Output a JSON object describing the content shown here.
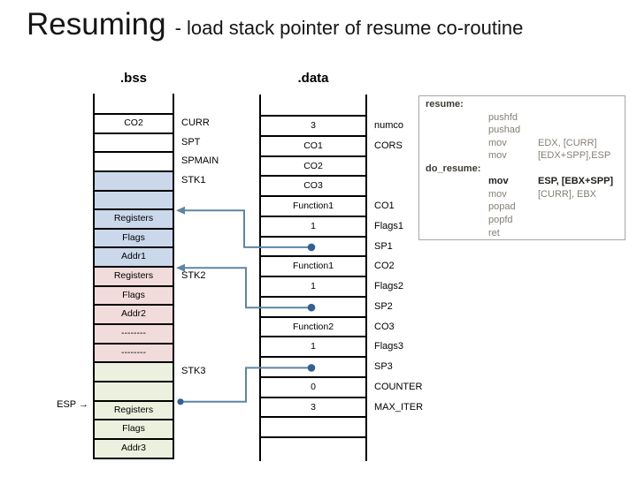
{
  "title": {
    "main": "Resuming",
    "subtitle": "- load stack pointer of resume co-routine"
  },
  "bss": {
    "header": ".bss",
    "rows": [
      {
        "text": "CO2",
        "fill": "white",
        "label_right": "CURR"
      },
      {
        "text": "",
        "fill": "white",
        "label_right": "SPT"
      },
      {
        "text": "",
        "fill": "white",
        "label_right": "SPMAIN"
      },
      {
        "text": "",
        "fill": "blue",
        "label_right": "STK1"
      },
      {
        "text": "",
        "fill": "blue"
      },
      {
        "text": "Registers",
        "fill": "blue"
      },
      {
        "text": "Flags",
        "fill": "blue"
      },
      {
        "text": "Addr1",
        "fill": "blue"
      },
      {
        "text": "Registers",
        "fill": "pink",
        "label_right": "STK2"
      },
      {
        "text": "Flags",
        "fill": "pink"
      },
      {
        "text": "Addr2",
        "fill": "pink"
      },
      {
        "text": "--------",
        "fill": "pink"
      },
      {
        "text": "--------",
        "fill": "pink"
      },
      {
        "text": "",
        "fill": "green",
        "label_right": "STK3"
      },
      {
        "text": "",
        "fill": "green"
      },
      {
        "text": "Registers",
        "fill": "green",
        "label_left": "ESP →"
      },
      {
        "text": "Flags",
        "fill": "green"
      },
      {
        "text": "Addr3",
        "fill": "green"
      }
    ]
  },
  "data_section": {
    "header": ".data",
    "rows": [
      {
        "text": "3",
        "label_right": "numco"
      },
      {
        "text": "CO1",
        "label_right": "CORS"
      },
      {
        "text": "CO2"
      },
      {
        "text": "CO3"
      },
      {
        "text": "Function1",
        "label_right": "CO1"
      },
      {
        "text": "1",
        "label_right": "Flags1"
      },
      {
        "text": "",
        "label_right": "SP1",
        "dot": true
      },
      {
        "text": "Function1",
        "label_right": "CO2"
      },
      {
        "text": "1",
        "label_right": "Flags2"
      },
      {
        "text": "",
        "label_right": "SP2",
        "dot": true
      },
      {
        "text": "Function2",
        "label_right": "CO3"
      },
      {
        "text": "1",
        "label_right": "Flags3"
      },
      {
        "text": "",
        "label_right": "SP3",
        "dot": true
      },
      {
        "text": "0",
        "label_right": "COUNTER"
      },
      {
        "text": "3",
        "label_right": "MAX_ITER"
      },
      {
        "text": ""
      }
    ]
  },
  "connectors": [
    {
      "from": "SP1",
      "to": "STK1"
    },
    {
      "from": "SP2",
      "to": "STK2"
    },
    {
      "from": "SP3",
      "to": "STK3"
    }
  ],
  "code": {
    "lines": [
      {
        "label": "resume:"
      },
      {
        "instr": "pushfd"
      },
      {
        "instr": "pushad"
      },
      {
        "instr": "mov",
        "ops": "EDX, [CURR]"
      },
      {
        "instr": "mov",
        "ops": "[EDX+SPP],ESP"
      },
      {
        "label": "do_resume:"
      },
      {
        "instr": "mov",
        "ops": "ESP, [EBX+SPP]",
        "bold": true
      },
      {
        "instr": "mov",
        "ops": "[CURR], EBX"
      },
      {
        "instr": "popad"
      },
      {
        "instr": "popfd"
      },
      {
        "instr": "ret"
      }
    ]
  },
  "colors": {
    "stack_blue": "#cbd8eb",
    "stack_pink": "#f2dcdb",
    "stack_green": "#ebf1de",
    "connector_line": "#5e85a4",
    "connector_dot": "#366092",
    "code_text": "#847e76",
    "code_label": "#3e3a35",
    "code_highlight": "#22201d",
    "border": "#000000",
    "code_box_border": "#a6a6a6"
  }
}
